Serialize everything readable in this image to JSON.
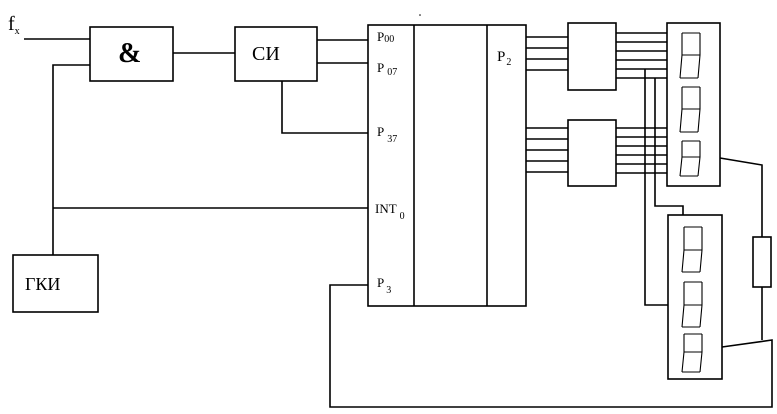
{
  "labels": {
    "fx_main": "f",
    "fx_sub": "x",
    "and_gate": "&",
    "counter": "СИ",
    "generator": "ГКИ",
    "p00_main": "P",
    "p00_sub": "00",
    "p07_main": "P",
    "p07_sub": "07",
    "p37_main": "P",
    "p37_sub": "37",
    "int_main": "INT",
    "int_sub": "0",
    "p3_main": "P",
    "p3_sub": "3",
    "p2_main": "P",
    "p2_sub": "2"
  },
  "digits_upper": 3,
  "digits_lower": 3
}
